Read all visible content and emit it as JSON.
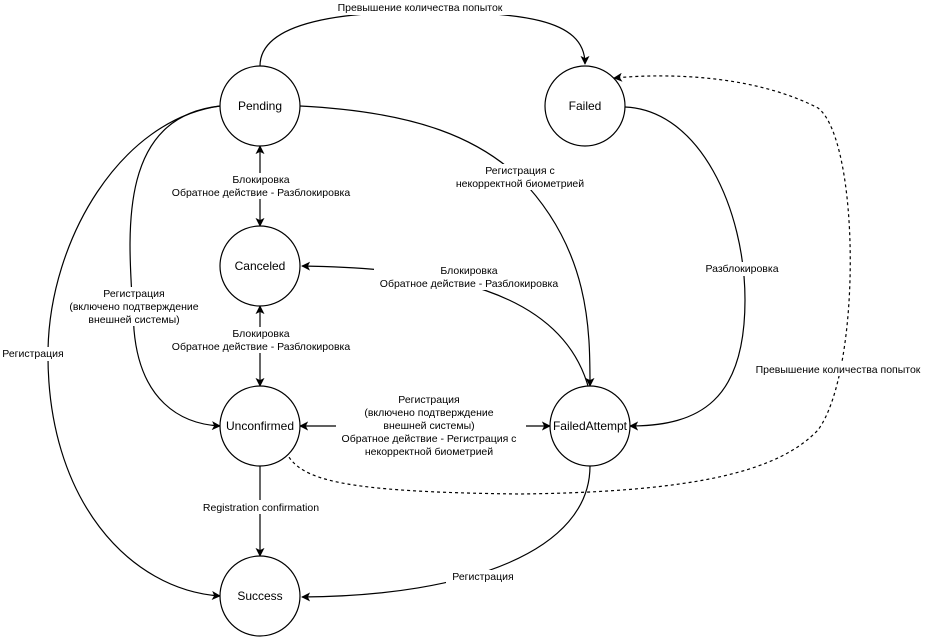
{
  "diagram": {
    "nodes": {
      "pending": "Pending",
      "failed": "Failed",
      "canceled": "Canceled",
      "unconfirmed": "Unconfirmed",
      "failed_attempt": "FailedAttempt",
      "success": "Success"
    },
    "edges": {
      "pending_to_failed": [
        "Превышение количества попыток"
      ],
      "failedattempt_to_failed": [
        "Превышение количества попыток"
      ],
      "pending_canceled": [
        "Блокировка",
        "Обратное действие - Разблокировка"
      ],
      "canceled_unconfirmed": [
        "Блокировка",
        "Обратное действие - Разблокировка"
      ],
      "failedattempt_canceled": [
        "Блокировка",
        "Обратное действие - Разблокировка"
      ],
      "pending_to_failedattempt": [
        "Регистрация с",
        "некорректной биометрией"
      ],
      "failed_to_failedattempt": [
        "Разблокировка"
      ],
      "pending_to_unconfirmed": [
        "Регистрация",
        "(включено подтверждение",
        "внешней системы)"
      ],
      "pending_to_success": [
        "Регистрация"
      ],
      "unconfirmed_failedattempt": [
        "Регистрация",
        "(включено подтверждение",
        "внешней системы)",
        "Обратное действие - Регистрация с",
        "некорректной биометрией"
      ],
      "unconfirmed_to_success": [
        "Registration confirmation"
      ],
      "failedattempt_to_success": [
        "Регистрация"
      ]
    }
  }
}
